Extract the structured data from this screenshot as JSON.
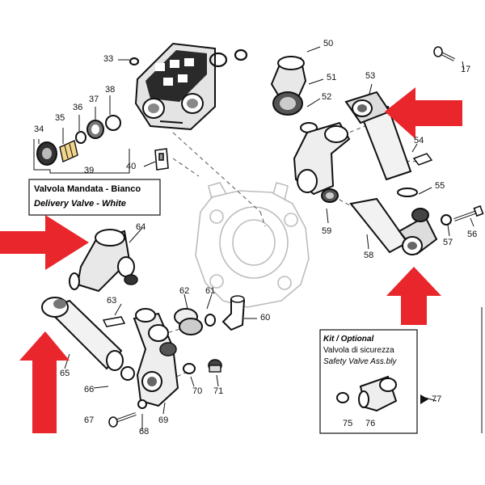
{
  "delivery_valve_box": {
    "line1": "Valvola Mandata - Bianco",
    "line2": "Delivery Valve - White"
  },
  "kit_box": {
    "line1": "Kit / Optional",
    "line2": "Valvola di sicurezza",
    "line3": "Safety Valve Ass.bly"
  },
  "arrow_color": "#e8262b",
  "part_numbers": {
    "p17": "17",
    "p33": "33",
    "p34": "34",
    "p35": "35",
    "p36": "36",
    "p37": "37",
    "p38": "38",
    "p39": "39",
    "p40": "40",
    "p50": "50",
    "p51": "51",
    "p52": "52",
    "p53": "53",
    "p54": "54",
    "p55": "55",
    "p56": "56",
    "p57": "57",
    "p58": "58",
    "p59": "59",
    "p60": "60",
    "p61": "61",
    "p62": "62",
    "p63": "63",
    "p64": "64",
    "p65": "65",
    "p66": "66",
    "p67": "67",
    "p68": "68",
    "p69": "69",
    "p70": "70",
    "p71": "71",
    "p75": "75",
    "p76": "76",
    "p77": "77"
  }
}
